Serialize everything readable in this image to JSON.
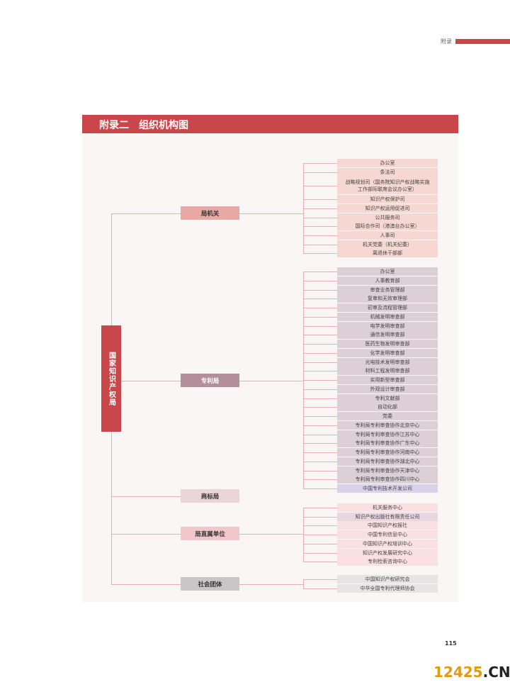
{
  "header": {
    "label": "附录"
  },
  "title": "附录二　组织机构图",
  "root": "国家知识产权局",
  "colors": {
    "accent": "#c9464a",
    "jiguan_bg": "#e8a8a4",
    "jiguan_item": "#f6d7d2",
    "zhuanli_bg": "#b48e9a",
    "zhuanli_item": "#dccfd5",
    "zhuanli_last": "#d9d3ea",
    "shangbiao_bg": "#ead5d8",
    "zhishu_bg": "#f2c7cc",
    "zhishu_item": "#fbe0e2",
    "zhishu_second": "#e8d7e0",
    "shehui_bg": "#c9c6c8",
    "shehui_item": "#e7e4e5"
  },
  "branches": [
    {
      "label": "局机关",
      "items": [
        "办公室",
        "条法司",
        "战略规划司（国务院知识产权战略实施|工作部际联席会议办公室）",
        "知识产权保护司",
        "知识产权运用促进司",
        "公共服务司",
        "国际合作司（港澳台办公室）",
        "人事司",
        "机关党委（机关纪委）",
        "离退休干部部"
      ]
    },
    {
      "label": "专利局",
      "items": [
        "办公室",
        "人事教育部",
        "审查业务管理部",
        "复审和无效审理部",
        "初审及流程管理部",
        "机械发明审查部",
        "电学发明审查部",
        "通信发明审查部",
        "医药生物发明审查部",
        "化学发明审查部",
        "光电技术发明审查部",
        "材料工程发明审查部",
        "实用新型审查部",
        "外观设计审查部",
        "专利文献部",
        "自动化部",
        "党委",
        "专利局专利审查协作北京中心",
        "专利局专利审查协作江苏中心",
        "专利局专利审查协作广东中心",
        "专利局专利审查协作河南中心",
        "专利局专利审查协作湖北中心",
        "专利局专利审查协作天津中心",
        "专利局专利审查协作四川中心",
        "中国专利技术开发公司"
      ]
    },
    {
      "label": "商标局",
      "items": []
    },
    {
      "label": "局直属单位",
      "items": [
        "机关服务中心",
        "知识产权出版社有限责任公司",
        "中国知识产权报社",
        "中国专利信息中心",
        "中国知识产权培训中心",
        "知识产权发展研究中心",
        "专利检索咨询中心"
      ]
    },
    {
      "label": "社会团体",
      "items": [
        "中国知识产权研究会",
        "中华全国专利代理师协会"
      ]
    }
  ],
  "page_number": "115",
  "watermark": {
    "num": "12425",
    "suffix": ".CN"
  }
}
